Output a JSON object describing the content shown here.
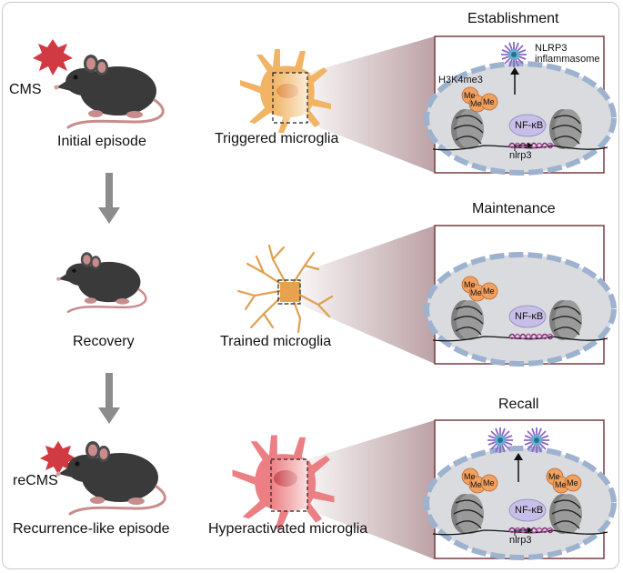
{
  "stressors": {
    "cms": "CMS",
    "recms": "reCMS"
  },
  "episodes": [
    "Initial episode",
    "Recovery",
    "Recurrence-like episode"
  ],
  "microglia": [
    "Triggered microglia",
    "Trained microglia",
    "Hyperactivated microglia"
  ],
  "phases": [
    "Establishment",
    "Maintenance",
    "Recall"
  ],
  "nucleus_labels": {
    "nfkb": "NF-κB",
    "nlrp3_gene": "nlrp3",
    "methyl_mark": "Me",
    "h3k4me3": "H3K4me3",
    "inflammasome_line1": "NLRP3",
    "inflammasome_line2": "inflammasome"
  },
  "colors": {
    "panel_border": "#7a3b40",
    "triggered_cell": "#f0b464",
    "trained_cell": "#e8a24e",
    "hyper_cell": "#ec7f83",
    "methyl_mark": "#f0a060",
    "nfkb": "#c7bfe8",
    "burst": "#d13a43",
    "arrow": "#8c8c8c"
  }
}
